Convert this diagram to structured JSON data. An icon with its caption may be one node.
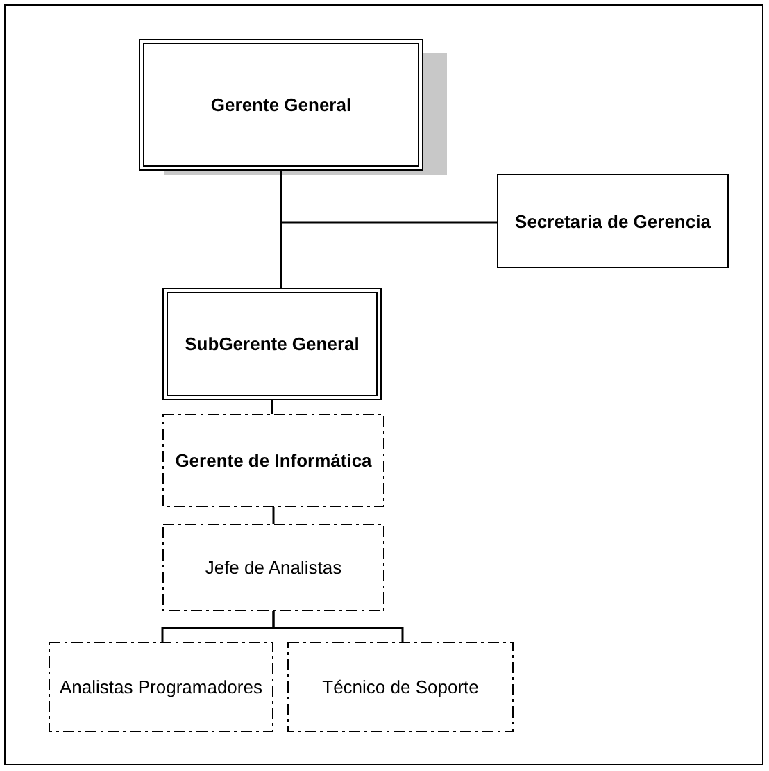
{
  "diagram": {
    "nodes": [
      {
        "text": [
          "Gerente General"
        ]
      },
      {
        "text": [
          "Secretaria de Gerencia"
        ]
      },
      {
        "text": [
          "SubGerente General"
        ]
      },
      {
        "text": [
          "Gerente de Informática"
        ]
      },
      {
        "text": [
          "Jefe de Analistas"
        ]
      },
      {
        "text": [
          "Analistas Programadores"
        ]
      },
      {
        "text": [
          "Técnico de Soporte"
        ]
      }
    ],
    "edges": [
      {
        "from": 0,
        "to": 2,
        "arrow": "none"
      },
      {
        "from": 0,
        "to": 1,
        "arrow": "none"
      },
      {
        "from": 2,
        "to": 3,
        "arrow": "none"
      },
      {
        "from": 3,
        "to": 4,
        "arrow": "none"
      },
      {
        "from": 4,
        "to": 5,
        "arrow": "none"
      },
      {
        "from": 4,
        "to": 6,
        "arrow": "none"
      }
    ]
  }
}
